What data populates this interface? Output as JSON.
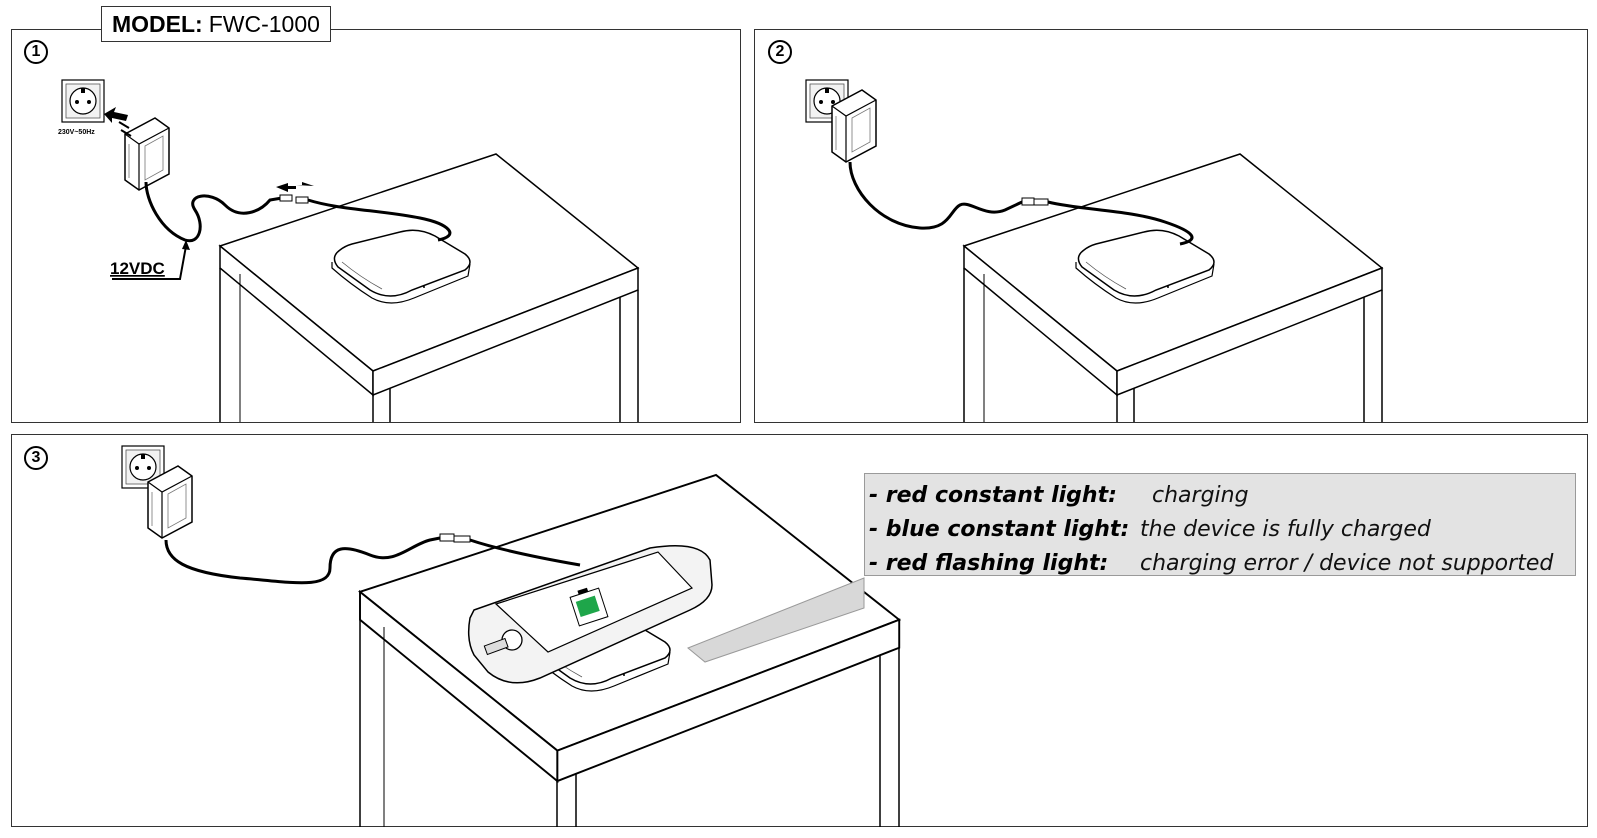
{
  "header": {
    "model_label": "MODEL:",
    "model_value": "FWC-1000"
  },
  "steps": [
    {
      "number": "1",
      "socket_label": "230V~50Hz",
      "voltage_label": "12VDC"
    },
    {
      "number": "2"
    },
    {
      "number": "3"
    }
  ],
  "legend": [
    {
      "key": "- red constant light:",
      "value": "charging"
    },
    {
      "key": "- blue constant light:",
      "value": "the device is fully charged"
    },
    {
      "key": "- red flashing light:",
      "value": "charging error / device not supported"
    }
  ]
}
